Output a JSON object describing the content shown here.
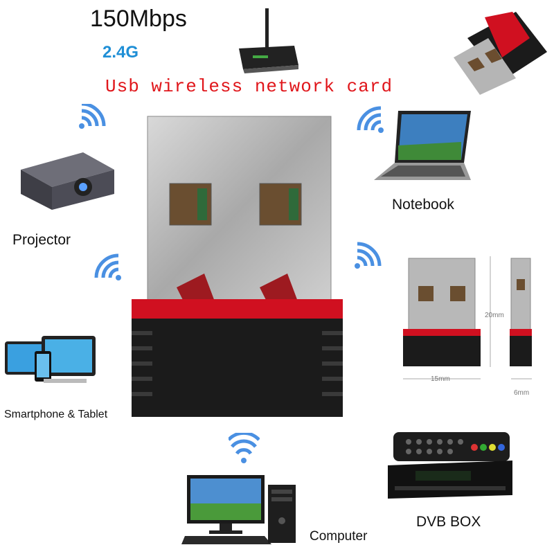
{
  "header": {
    "speed": "150Mbps",
    "band": "2.4G",
    "title": "Usb wireless network card"
  },
  "devices": {
    "projector": "Projector",
    "notebook": "Notebook",
    "smartphone_tablet": "Smartphone & Tablet",
    "computer": "Computer",
    "dvb_box": "DVB BOX"
  },
  "dimensions": {
    "height": "20mm",
    "width": "15mm",
    "depth": "6mm"
  },
  "colors": {
    "title_red": "#e0161b",
    "band_blue": "#1f8fd6",
    "wifi_blue": "#4a90e2",
    "adapter_red": "#d01020",
    "adapter_black": "#1b1b1b"
  }
}
